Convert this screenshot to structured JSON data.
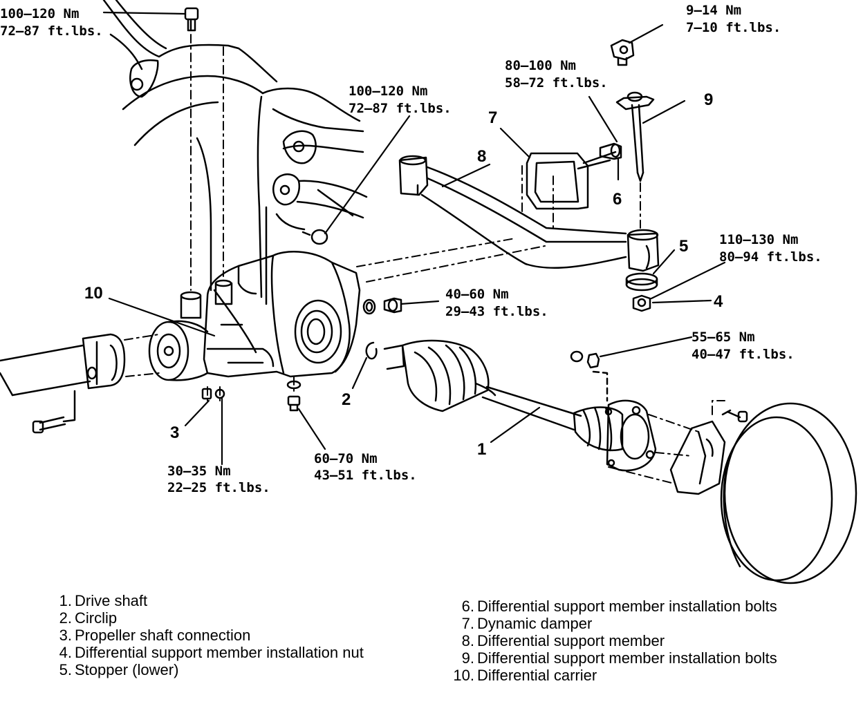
{
  "torque_specs": {
    "top_left_bolt": [
      "100–120 Nm",
      "72–87 ft.lbs."
    ],
    "upper_mid_bolt": [
      "100–120 Nm",
      "72–87 ft.lbs."
    ],
    "damper_bolt": [
      "80–100 Nm",
      "58–72 ft.lbs."
    ],
    "top_right_bolt": [
      "9–14 Nm",
      "7–10 ft.lbs."
    ],
    "support_nut": [
      "110–130 Nm",
      "80–94 ft.lbs."
    ],
    "carrier_plug": [
      "40–60 Nm",
      "29–43 ft.lbs."
    ],
    "hub_bolt": [
      "55–65 Nm",
      "40–47 ft.lbs."
    ],
    "propeller_bolt": [
      "30–35 Nm",
      "22–25 ft.lbs."
    ],
    "drain_plug": [
      "60–70 Nm",
      "43–51 ft.lbs."
    ]
  },
  "callouts": [
    "1",
    "2",
    "3",
    "4",
    "5",
    "6",
    "7",
    "8",
    "9",
    "10"
  ],
  "legend_left": [
    {
      "num": "1.",
      "text": "Drive shaft"
    },
    {
      "num": "2.",
      "text": "Circlip"
    },
    {
      "num": "3.",
      "text": "Propeller shaft connection"
    },
    {
      "num": "4.",
      "text": "Differential support member installation nut"
    },
    {
      "num": "5.",
      "text": "Stopper (lower)"
    }
  ],
  "legend_right": [
    {
      "num": "6.",
      "text": "Differential support member installation bolts"
    },
    {
      "num": "7.",
      "text": "Dynamic damper"
    },
    {
      "num": "8.",
      "text": "Differential support member"
    },
    {
      "num": "9.",
      "text": "Differential support member installation bolts"
    },
    {
      "num": "10.",
      "text": "Differential carrier"
    }
  ]
}
